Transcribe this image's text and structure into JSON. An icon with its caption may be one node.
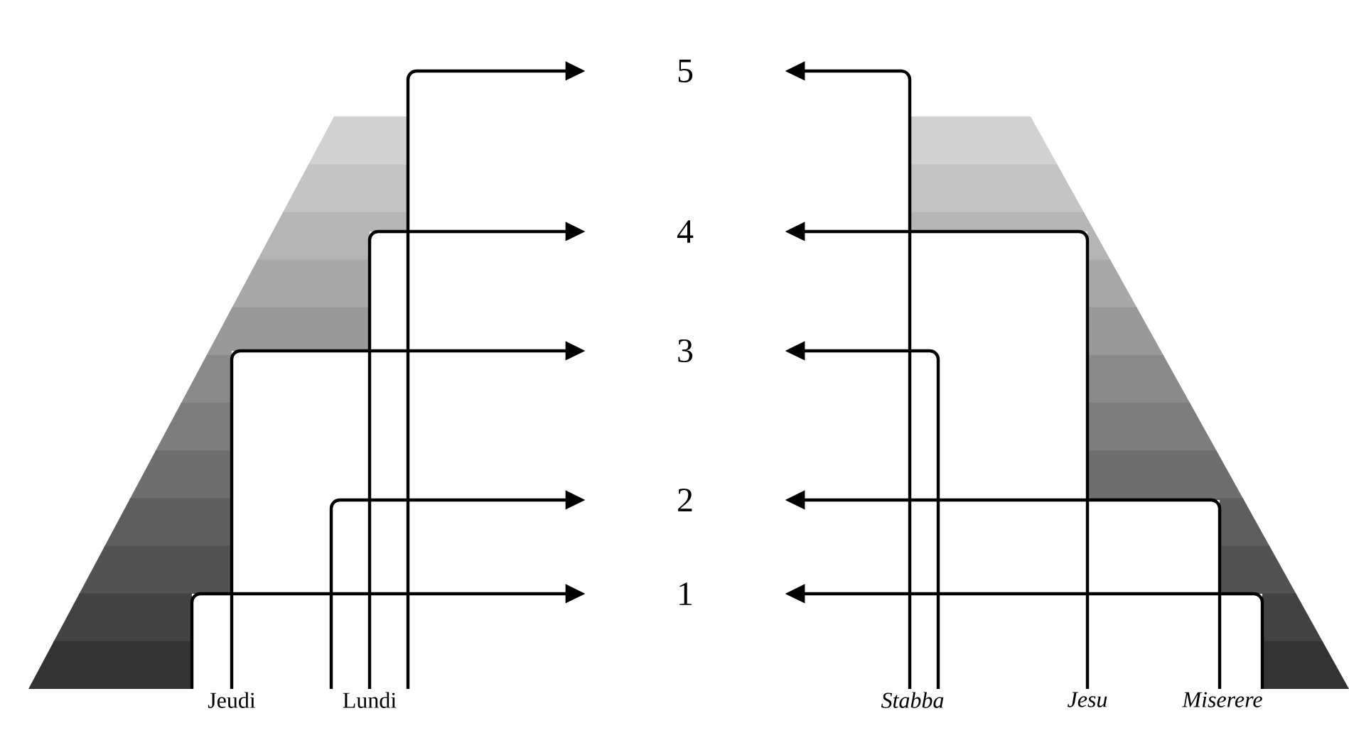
{
  "diagram": {
    "nodes": [
      {
        "text": [
          "5"
        ]
      },
      {
        "text": [
          "4"
        ]
      },
      {
        "text": [
          "3"
        ]
      },
      {
        "text": [
          "2"
        ]
      },
      {
        "text": [
          "1"
        ]
      },
      {
        "text": [
          "Jeudi"
        ]
      },
      {
        "text": [
          "Lundi"
        ]
      },
      {
        "text": [
          "Stabba"
        ]
      },
      {
        "text": [
          "Jesu"
        ]
      },
      {
        "text": [
          "Miserere"
        ]
      }
    ],
    "edges": [
      {
        "from": 5,
        "to": 4,
        "arrow": "to"
      },
      {
        "from": 5,
        "to": 2,
        "arrow": "to"
      },
      {
        "from": 6,
        "to": 3,
        "arrow": "to"
      },
      {
        "from": 6,
        "to": 1,
        "arrow": "to"
      },
      {
        "from": 6,
        "to": 0,
        "arrow": "to"
      },
      {
        "from": 7,
        "to": 0,
        "arrow": "to"
      },
      {
        "from": 7,
        "to": 2,
        "arrow": "to"
      },
      {
        "from": 8,
        "to": 1,
        "arrow": "to"
      },
      {
        "from": 9,
        "to": 3,
        "arrow": "to"
      },
      {
        "from": 9,
        "to": 4,
        "arrow": "to"
      }
    ]
  }
}
